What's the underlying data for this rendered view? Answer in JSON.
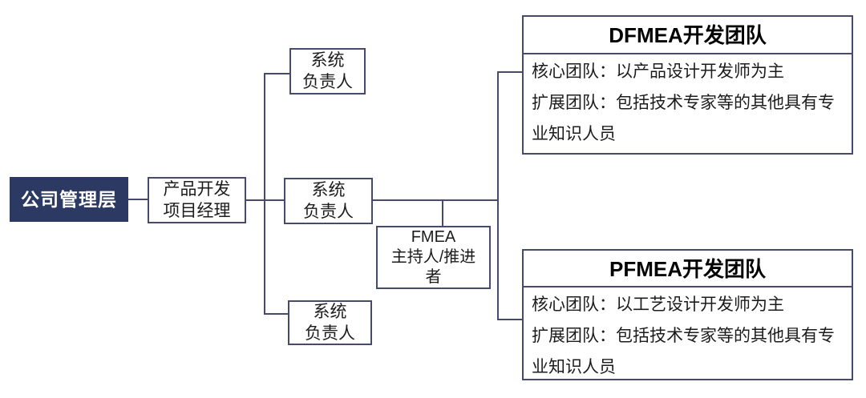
{
  "colors": {
    "background": "#ffffff",
    "connector_line": "#464b6e",
    "box_border": "#464b6e",
    "management_fill": "#2c3a63",
    "management_text": "#ffffff",
    "text": "#1c1c1c"
  },
  "nodes": {
    "management": {
      "label": "公司管理层"
    },
    "project_manager": {
      "label": "产品开发\n项目经理"
    },
    "system_owner_top": {
      "label": "系统\n负责人"
    },
    "system_owner_middle": {
      "label": "系统\n负责人"
    },
    "system_owner_bottom": {
      "label": "系统\n负责人"
    },
    "fmea_facilitator": {
      "label": "FMEA\n主持人/推进\n者"
    },
    "dfmea_team": {
      "title": "DFMEA开发团队",
      "core": "核心团队：以产品设计开发师为主",
      "extended": "扩展团队：包括技术专家等的其他具有专业知识人员"
    },
    "pfmea_team": {
      "title": "PFMEA开发团队",
      "core": "核心团队：以工艺设计开发师为主",
      "extended": "扩展团队：包括技术专家等的其他具有专业知识人员"
    }
  }
}
